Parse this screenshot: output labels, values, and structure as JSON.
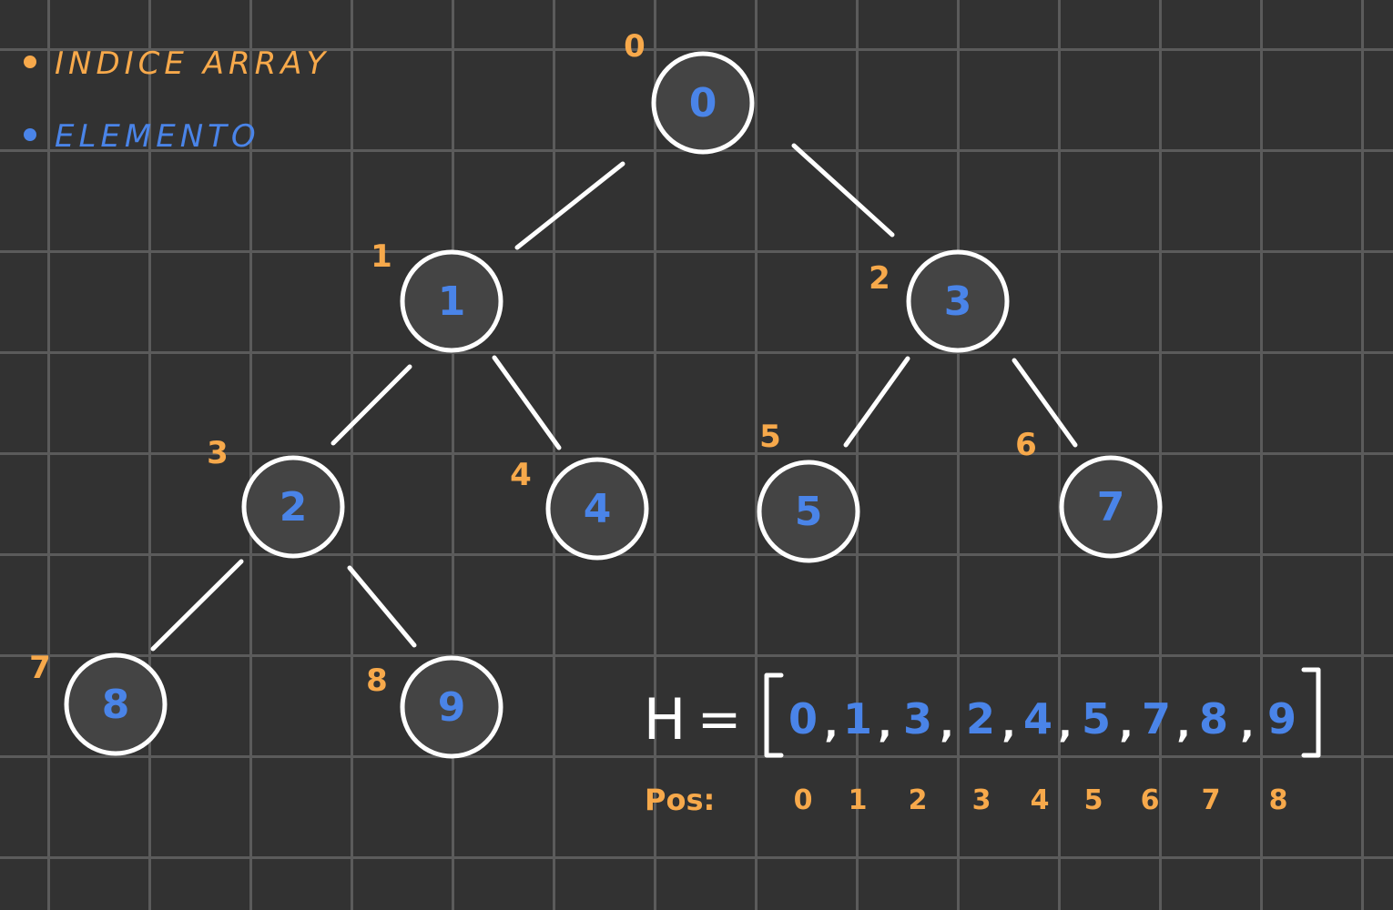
{
  "colors": {
    "index": "#f7a94b",
    "element": "#4a84e8",
    "stroke": "#ffffff",
    "node_fill": "#444444"
  },
  "legend": {
    "index_label": "INDICE ARRAY",
    "element_label": "ELEMENTO"
  },
  "nodes": [
    {
      "index": "0",
      "element": "0"
    },
    {
      "index": "1",
      "element": "1"
    },
    {
      "index": "2",
      "element": "3"
    },
    {
      "index": "3",
      "element": "2"
    },
    {
      "index": "4",
      "element": "4"
    },
    {
      "index": "5",
      "element": "5"
    },
    {
      "index": "6",
      "element": "7"
    },
    {
      "index": "7",
      "element": "8"
    },
    {
      "index": "8",
      "element": "9"
    }
  ],
  "array": {
    "name": "H",
    "equals": "=",
    "values": [
      "0",
      "1",
      "3",
      "2",
      "4",
      "5",
      "7",
      "8",
      "9"
    ],
    "positions_label": "Pos:",
    "positions": [
      "0",
      "1",
      "2",
      "3",
      "4",
      "5",
      "6",
      "7",
      "8"
    ]
  }
}
